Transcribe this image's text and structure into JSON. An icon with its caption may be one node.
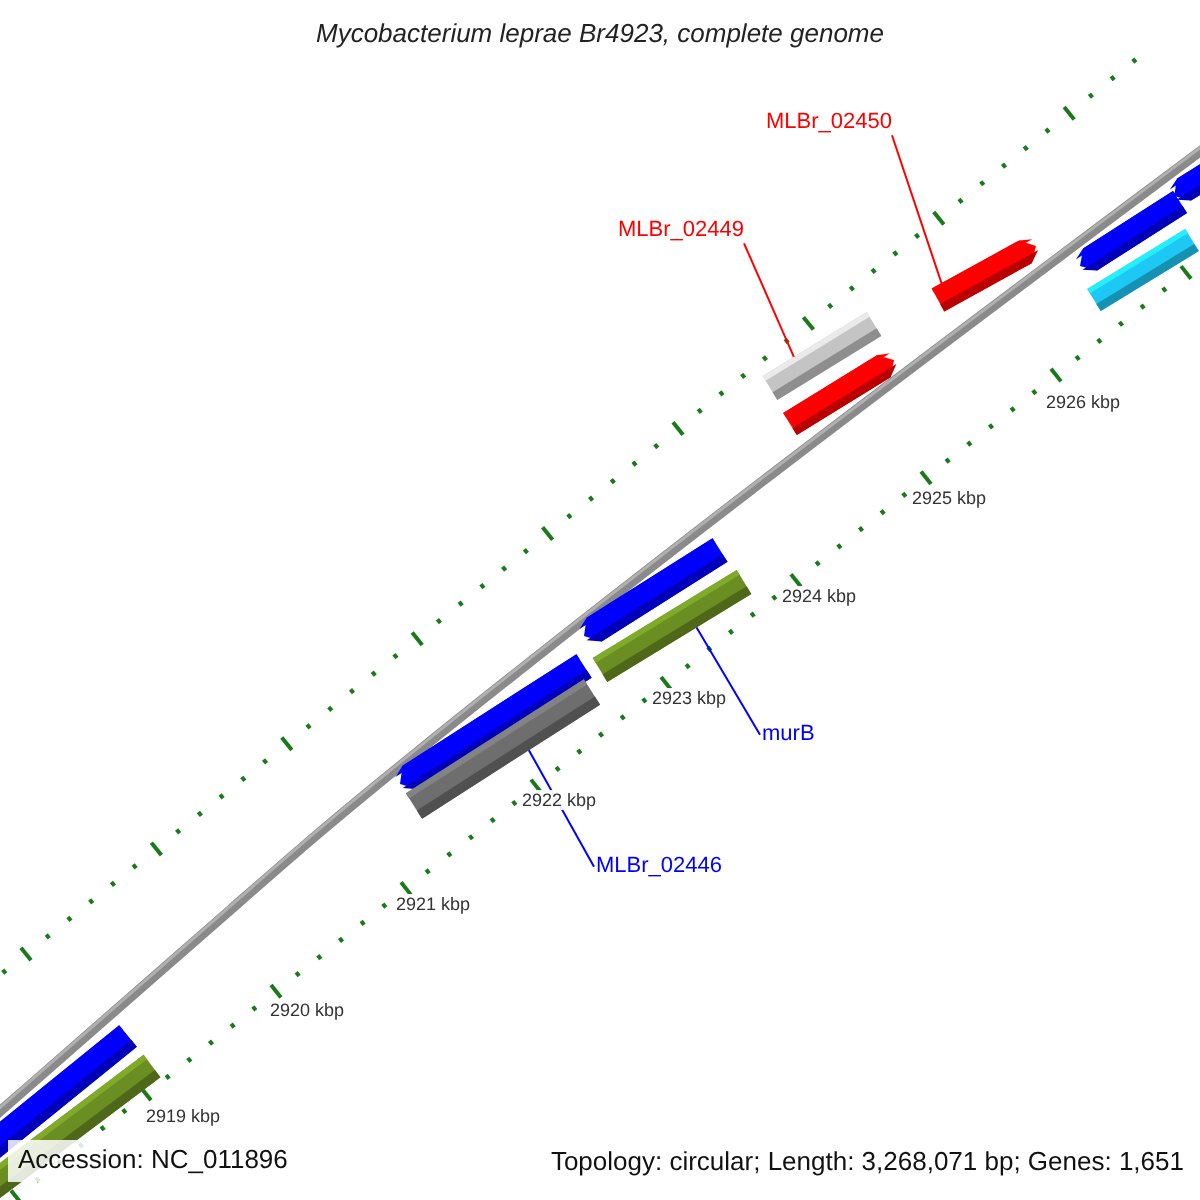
{
  "diagram": {
    "title": "Mycobacterium leprae Br4923, complete genome",
    "nodes": [
      {
        "text": [
          "MLBr_02450"
        ]
      },
      {
        "text": [
          "MLBr_02449"
        ]
      },
      {
        "text": [],
        "shape": "bar"
      },
      {
        "text": [],
        "shape": "bar"
      },
      {
        "text": [],
        "shape": "bar"
      },
      {
        "text": [
          "murB"
        ]
      },
      {
        "text": [],
        "shape": "bar"
      },
      {
        "text": [
          "MLBr_02446"
        ]
      }
    ],
    "edges": [
      {
        "from": 0,
        "to": 2,
        "arrow": "none",
        "color": "#ff0000"
      },
      {
        "from": 1,
        "to": 3,
        "arrow": "none",
        "color": "#ff0000"
      },
      {
        "from": 5,
        "to": 4,
        "arrow": "none",
        "color": "#0000ff"
      },
      {
        "from": 7,
        "to": 6,
        "arrow": "none",
        "color": "#0000ff"
      }
    ],
    "labels": [
      "2926 kbp",
      "2925 kbp",
      "2924 kbp",
      "2923 kbp",
      "2922 kbp",
      "2921 kbp",
      "2920 kbp",
      "2919 kbp",
      "Accession: NC_011896",
      "Topology: circular; Length: 3,268,071 bp; Genes: 1,651"
    ]
  }
}
